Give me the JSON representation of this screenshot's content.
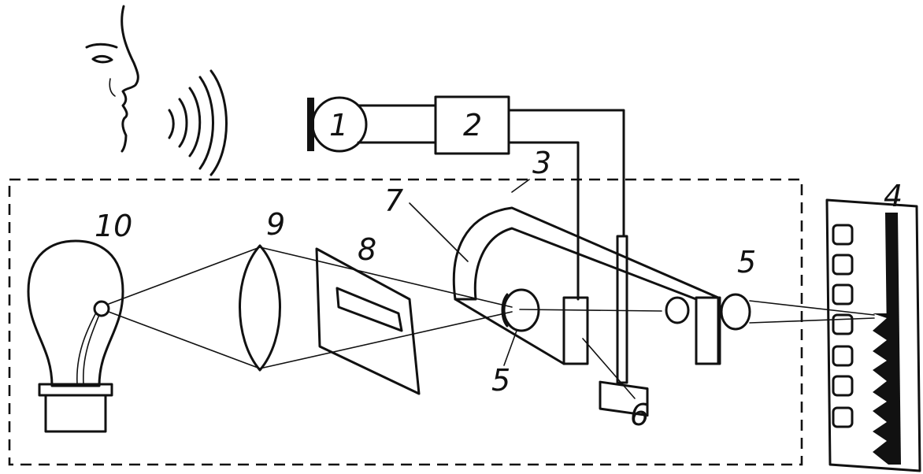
{
  "labels": {
    "microphone": "1",
    "amplifier": "2",
    "magnet_gap": "3",
    "film": "4",
    "lens_left": "5",
    "lens_right": "5",
    "mirror_string": "6",
    "magnet": "7",
    "slit_plate": "8",
    "condenser": "9",
    "lamp": "10"
  },
  "colors": {
    "ink": "#111111",
    "background": "#ffffff"
  }
}
